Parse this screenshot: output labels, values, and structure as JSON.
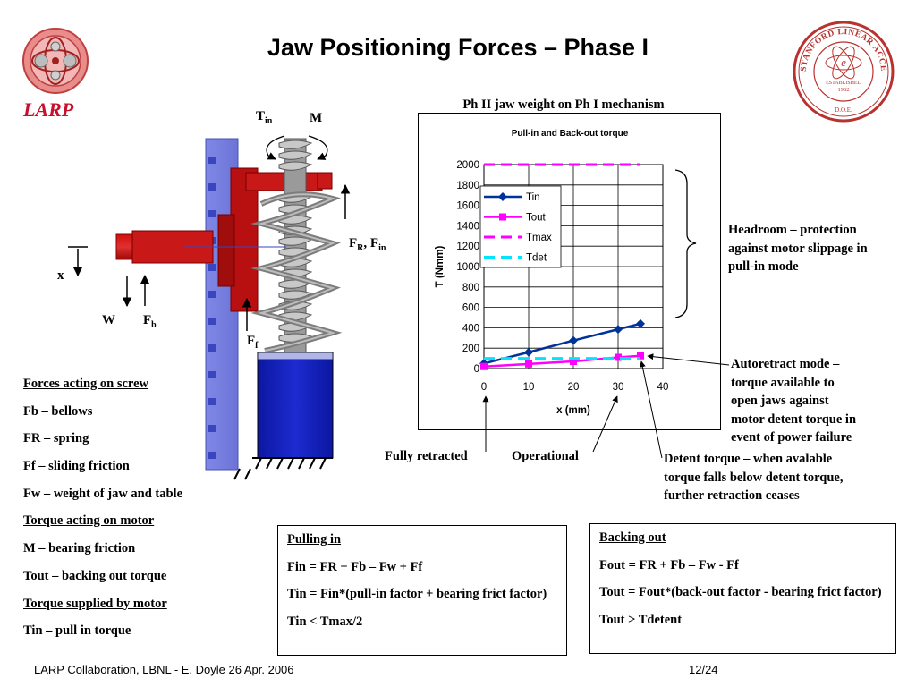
{
  "slide": {
    "title": "Jaw Positioning Forces – Phase I",
    "logo_text": "LARP",
    "footer_left": "LARP Collaboration, LBNL  -  E. Doyle 26 Apr. 2006",
    "footer_right": "12/24"
  },
  "seal": {
    "ring_text": "STANFORD LINEAR ACCELERATOR CENTER",
    "established": "ESTABLISHED",
    "year": "1962",
    "doe": "D.O.E."
  },
  "mechanism": {
    "t_in": "T",
    "t_in_sub": "in",
    "m": "M",
    "fr_fin": "F",
    "fr_sub": "R",
    "fin_sep": ", F",
    "fin_sub": "in",
    "ff": "F",
    "ff_sub": "f",
    "x": "x",
    "w": "W",
    "fb": "F",
    "fb_sub": "b"
  },
  "chart_header": "Ph II jaw weight on Ph I mechanism",
  "chart_data": {
    "type": "line",
    "title": "Pull-in and Back-out torque",
    "xlabel": "x (mm)",
    "ylabel": "T (Nmm)",
    "xlim": [
      0,
      40
    ],
    "ylim": [
      0,
      2000
    ],
    "xticks": [
      0,
      10,
      20,
      30,
      40
    ],
    "yticks": [
      0,
      200,
      400,
      600,
      800,
      1000,
      1200,
      1400,
      1600,
      1800,
      2000
    ],
    "grid": true,
    "legend_position": "top-left",
    "series": [
      {
        "name": "Tin",
        "color": "#003399",
        "style": "solid-diamond",
        "x": [
          0,
          10,
          20,
          30,
          35
        ],
        "y": [
          50,
          160,
          275,
          385,
          440
        ]
      },
      {
        "name": "Tout",
        "color": "#ff00ff",
        "style": "solid-square",
        "x": [
          0,
          10,
          20,
          30,
          35
        ],
        "y": [
          20,
          45,
          70,
          110,
          125
        ]
      },
      {
        "name": "Tmax",
        "color": "#ff00ff",
        "style": "dashed",
        "x": [
          0,
          35
        ],
        "y": [
          2000,
          2000
        ]
      },
      {
        "name": "Tdet",
        "color": "#00e5ff",
        "style": "dashed",
        "x": [
          0,
          35
        ],
        "y": [
          100,
          100
        ]
      }
    ]
  },
  "annotations": {
    "headroom": [
      "Headroom – protection",
      "against motor slippage in",
      "pull-in mode"
    ],
    "autoretract": [
      "Autoretract mode –",
      "torque available to",
      "open jaws against",
      "motor detent torque in",
      "event of power failure"
    ],
    "fully_retracted": "Fully retracted",
    "operational": "Operational",
    "detent": [
      "Detent torque – when avalable",
      "torque falls below detent torque,",
      "further retraction ceases"
    ]
  },
  "left_list": [
    {
      "text": "Forces acting on screw",
      "underline": true
    },
    {
      "text": "Fb – bellows",
      "underline": false
    },
    {
      "text": "FR – spring",
      "underline": false
    },
    {
      "text": "Ff – sliding friction",
      "underline": false
    },
    {
      "text": "Fw – weight of jaw and table",
      "underline": false
    },
    {
      "text": "Torque acting on motor",
      "underline": true
    },
    {
      "text": "M – bearing friction",
      "underline": false
    },
    {
      "text": "Tout – backing out torque",
      "underline": false
    },
    {
      "text": "Torque supplied by motor",
      "underline": true
    },
    {
      "text": "Tin – pull in torque",
      "underline": false
    }
  ],
  "pulling_box": {
    "heading": "Pulling in",
    "line1": "Fin = FR + Fb – Fw + Ff",
    "line2": "Tin = Fin*(pull-in factor + bearing frict factor)",
    "line3": "Tin < Tmax/2"
  },
  "backing_box": {
    "heading": "Backing out",
    "line1": "Fout = FR + Fb – Fw - Ff",
    "line2": "Tout = Fout*(back-out factor - bearing frict factor)",
    "line3": "Tout > Tdetent"
  }
}
